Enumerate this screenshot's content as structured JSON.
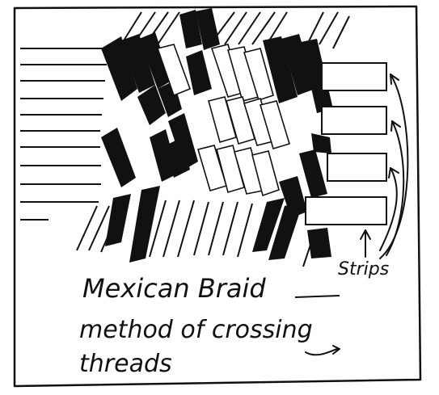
{
  "caption": {
    "line1": "Mexican Braid",
    "line2": "method of crossing",
    "line3": "threads"
  },
  "strips_label": "Strips",
  "colors": {
    "ink": "#111111",
    "paper": "#ffffff"
  },
  "icons": [
    "pointer-arrow-icon",
    "underline-squiggle-icon"
  ]
}
